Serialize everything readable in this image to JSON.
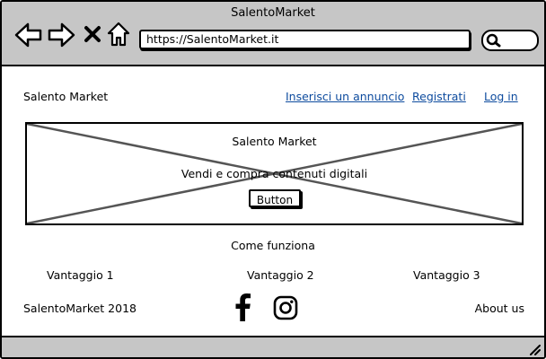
{
  "window": {
    "title": "SalentoMarket"
  },
  "browser": {
    "url": "https://SalentoMarket.it",
    "nav_icons": [
      "back-arrow-icon",
      "forward-arrow-icon",
      "close-icon",
      "home-icon",
      "search-icon"
    ]
  },
  "header": {
    "brand": "Salento Market",
    "links": [
      "Inserisci un annuncio",
      "Registrati",
      "Log in"
    ],
    "link_color": "#0d4b9e"
  },
  "hero": {
    "title": "Salento Market",
    "subtitle": "Vendi e compra contenuti digitali",
    "button_label": "Button"
  },
  "how_it_works": {
    "title": "Come funziona",
    "advantages": [
      "Vantaggio 1",
      "Vantaggio 2",
      "Vantaggio 3"
    ]
  },
  "footer": {
    "copyright": "SalentoMarket 2018",
    "social_icons": [
      "facebook-icon",
      "instagram-icon"
    ],
    "about": "About us"
  },
  "colors": {
    "chrome": "#c6c6c6",
    "border": "#000000",
    "placeholder_cross": "#555555"
  }
}
